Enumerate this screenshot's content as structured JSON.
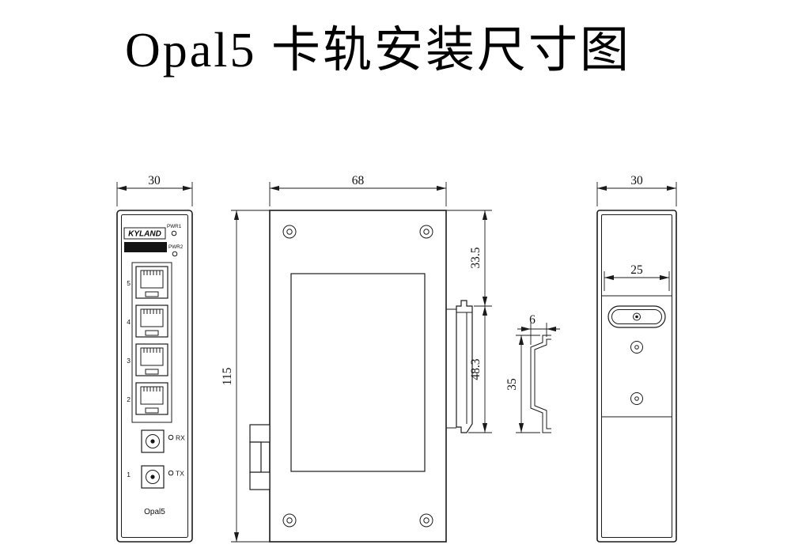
{
  "title": "Opal5 卡轨安装尺寸图",
  "front_view": {
    "width_dim": "30",
    "brand": "KYLAND",
    "led1_label": "PWR1",
    "led2_label": "PWR2",
    "port_labels": [
      "5",
      "4",
      "3",
      "2"
    ],
    "rx_label": "RX",
    "tx_label": "TX",
    "fiber_port_label": "1",
    "model_label": "Opal5"
  },
  "side_view": {
    "width_dim": "68",
    "height_dim": "115",
    "top_offset_dim": "33.5",
    "clip_span_dim": "48.3"
  },
  "rail_profile": {
    "depth_dim": "6",
    "height_dim": "35"
  },
  "back_view": {
    "width_dim": "30",
    "plate_width_dim": "25"
  }
}
